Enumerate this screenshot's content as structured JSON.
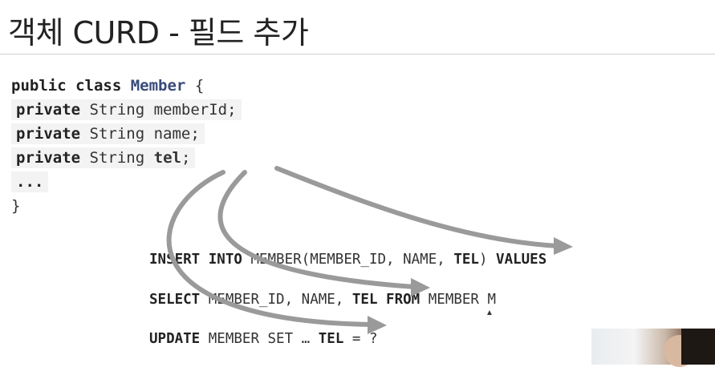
{
  "slide": {
    "title": "객체 CURD - 필드 추가"
  },
  "code": {
    "line1": {
      "kw1": "public class",
      "cls": "Member",
      "rest": "{"
    },
    "line2": {
      "kw": "private",
      "rest": "String memberId;"
    },
    "line3": {
      "kw": "private",
      "rest": "String name;"
    },
    "line4": {
      "kw": "private",
      "type": "String",
      "field": "tel",
      "semi": ";"
    },
    "line5": {
      "text": "..."
    },
    "line6": {
      "text": "}"
    }
  },
  "sql": {
    "insert": {
      "kw1": "INSERT INTO",
      "mid": "MEMBER(MEMBER_ID, NAME,",
      "bold": "TEL",
      "tail": ")",
      "kw2": "VALUES"
    },
    "select": {
      "kw1": "SELECT",
      "mid": "MEMBER_ID, NAME,",
      "bold": "TEL",
      "kw2": "FROM",
      "tail": "MEMBER M"
    },
    "update": {
      "kw1": "UPDATE",
      "mid": "MEMBER SET …",
      "bold": "TEL",
      "tail": "= ?"
    }
  },
  "colors": {
    "arrow": "#9a9a9a",
    "class_name": "#3a4a7a",
    "code_highlight": "#f3f3f3"
  }
}
